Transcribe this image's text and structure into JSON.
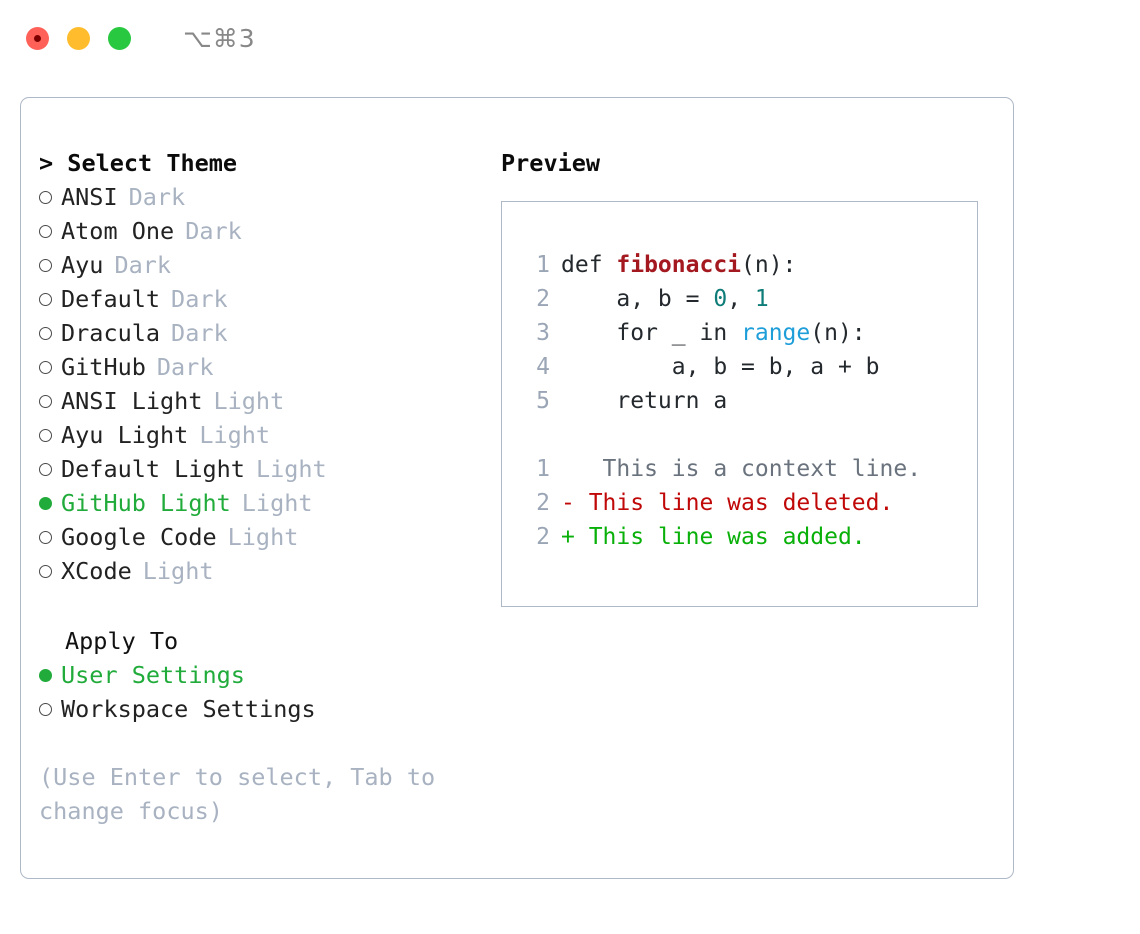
{
  "window": {
    "shortcut": "⌥⌘3",
    "traffic_lights": [
      "close",
      "minimize",
      "maximize"
    ],
    "colors": {
      "close": "#ff6159",
      "minimize": "#ffbd2e",
      "maximize": "#28c840",
      "accent_green": "#21ab3b",
      "border": "#aeb8c6",
      "muted": "#a8b2c1"
    }
  },
  "theme_panel": {
    "title": "> Select Theme",
    "options": [
      {
        "label": "ANSI",
        "tag": "Dark",
        "selected": false
      },
      {
        "label": "Atom One",
        "tag": "Dark",
        "selected": false
      },
      {
        "label": "Ayu",
        "tag": "Dark",
        "selected": false
      },
      {
        "label": "Default",
        "tag": "Dark",
        "selected": false
      },
      {
        "label": "Dracula",
        "tag": "Dark",
        "selected": false
      },
      {
        "label": "GitHub",
        "tag": "Dark",
        "selected": false
      },
      {
        "label": "ANSI Light",
        "tag": "Light",
        "selected": false
      },
      {
        "label": "Ayu Light",
        "tag": "Light",
        "selected": false
      },
      {
        "label": "Default Light",
        "tag": "Light",
        "selected": false
      },
      {
        "label": "GitHub Light",
        "tag": "Light",
        "selected": true
      },
      {
        "label": "Google Code",
        "tag": "Light",
        "selected": false
      },
      {
        "label": "XCode",
        "tag": "Light",
        "selected": false
      }
    ]
  },
  "apply_to": {
    "title": "Apply To",
    "options": [
      {
        "label": "User Settings",
        "selected": true
      },
      {
        "label": "Workspace Settings",
        "selected": false
      }
    ]
  },
  "hint": "(Use Enter to select, Tab to change focus)",
  "preview": {
    "title": "Preview",
    "code_lines": [
      {
        "number": "1",
        "tokens": [
          {
            "text": "def ",
            "type": "plain"
          },
          {
            "text": "fibonacci",
            "type": "func"
          },
          {
            "text": "(n):",
            "type": "plain"
          }
        ]
      },
      {
        "number": "2",
        "tokens": [
          {
            "text": "    a, b = ",
            "type": "plain"
          },
          {
            "text": "0",
            "type": "num"
          },
          {
            "text": ", ",
            "type": "plain"
          },
          {
            "text": "1",
            "type": "num"
          }
        ]
      },
      {
        "number": "3",
        "tokens": [
          {
            "text": "    for _ in ",
            "type": "plain"
          },
          {
            "text": "range",
            "type": "builtin"
          },
          {
            "text": "(n):",
            "type": "plain"
          }
        ]
      },
      {
        "number": "4",
        "tokens": [
          {
            "text": "        a, b = b, a + b",
            "type": "plain"
          }
        ]
      },
      {
        "number": "5",
        "tokens": [
          {
            "text": "    return a",
            "type": "plain"
          }
        ]
      }
    ],
    "diff_lines": [
      {
        "number": "1",
        "marker": " ",
        "text": "  This is a context line.",
        "type": "ctx"
      },
      {
        "number": "2",
        "marker": "-",
        "text": " This line was deleted.",
        "type": "del"
      },
      {
        "number": "2",
        "marker": "+",
        "text": " This line was added.",
        "type": "add"
      }
    ]
  }
}
